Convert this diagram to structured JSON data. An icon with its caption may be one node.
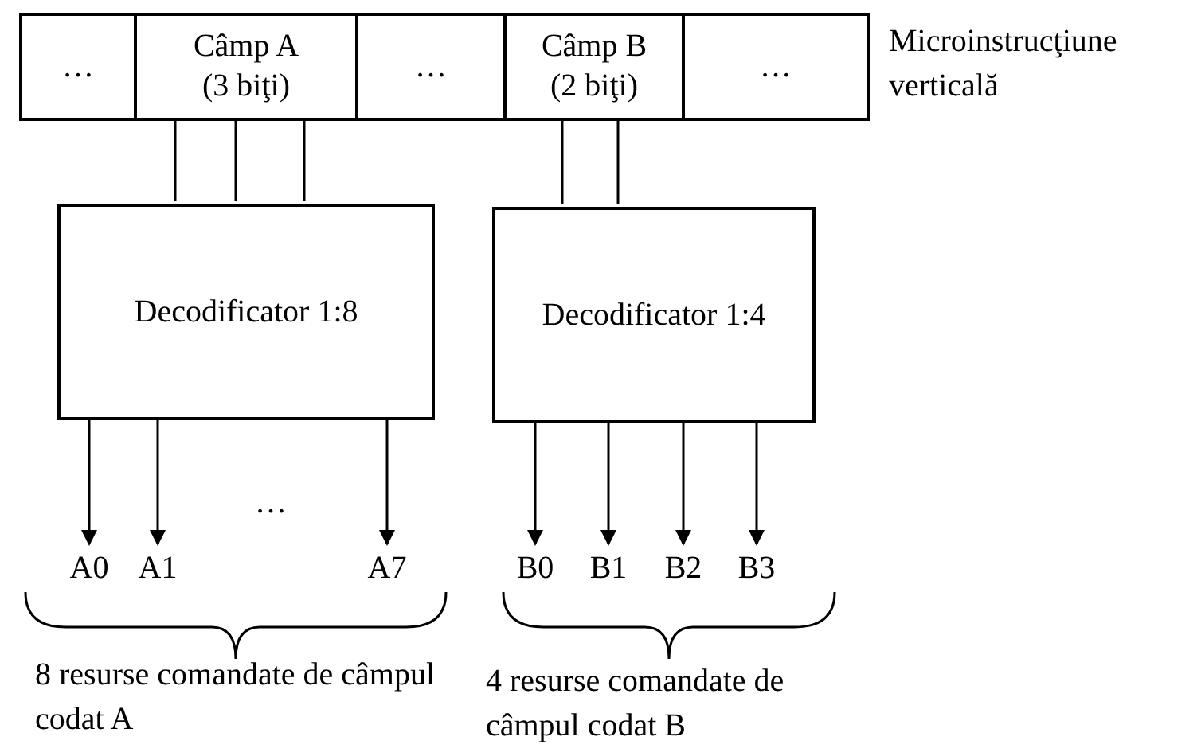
{
  "diagram": {
    "nodes": [
      {
        "text": [
          "…"
        ]
      },
      {
        "text": [
          "Câmp A",
          "(3 biţi)"
        ]
      },
      {
        "text": [
          "…"
        ]
      },
      {
        "text": [
          "Câmp B",
          "(2 biţi)"
        ]
      },
      {
        "text": [
          "…"
        ]
      },
      {
        "text": [
          "Decodificator 1:8"
        ]
      },
      {
        "text": [
          "Decodificator 1:4"
        ]
      },
      {
        "text": [
          "A0"
        ]
      },
      {
        "text": [
          "A1"
        ]
      },
      {
        "text": [
          "A7"
        ]
      },
      {
        "text": [
          "B0"
        ]
      },
      {
        "text": [
          "B1"
        ]
      },
      {
        "text": [
          "B2"
        ]
      },
      {
        "text": [
          "B3"
        ]
      }
    ],
    "edges": [
      {
        "from": 1,
        "to": 5,
        "arrow": "none"
      },
      {
        "from": 1,
        "to": 5,
        "arrow": "none"
      },
      {
        "from": 1,
        "to": 5,
        "arrow": "none"
      },
      {
        "from": 3,
        "to": 6,
        "arrow": "none"
      },
      {
        "from": 3,
        "to": 6,
        "arrow": "none"
      },
      {
        "from": 5,
        "to": 7,
        "arrow": "to"
      },
      {
        "from": 5,
        "to": 8,
        "arrow": "to"
      },
      {
        "from": 5,
        "to": 9,
        "arrow": "to"
      },
      {
        "from": 6,
        "to": 10,
        "arrow": "to"
      },
      {
        "from": 6,
        "to": 11,
        "arrow": "to"
      },
      {
        "from": 6,
        "to": 12,
        "arrow": "to"
      },
      {
        "from": 6,
        "to": 13,
        "arrow": "to"
      }
    ],
    "labels": [
      "Microinstrucţiune verticală",
      "…",
      "8 resurse comandate de câmpul codat A",
      "4 resurse comandate de câmpul codat B"
    ]
  }
}
